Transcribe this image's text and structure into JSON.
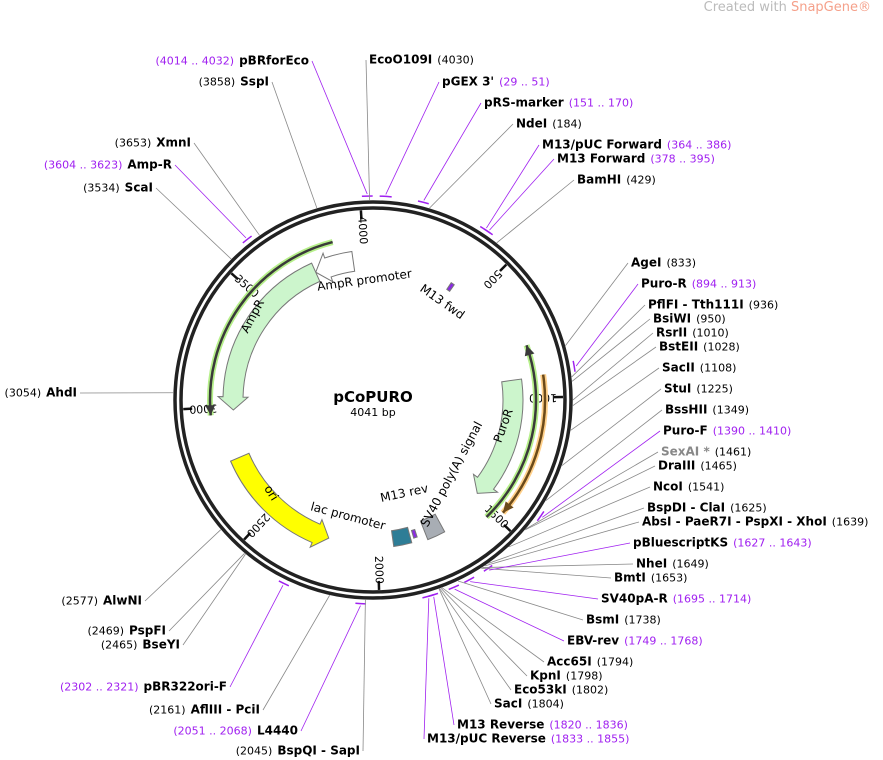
{
  "watermark": {
    "prefix": "Created with ",
    "brand": "SnapGene®"
  },
  "map": {
    "name": "pCoPURO",
    "length_label": "4041 bp",
    "total_bp": 4041
  },
  "ticks": [
    "500",
    "1000",
    "1500",
    "2000",
    "2500",
    "3000",
    "3500",
    "4000"
  ],
  "features": [
    {
      "name": "AmpR promoter",
      "start": 3770,
      "end": 3950,
      "direction": "reverse",
      "color": "#ffffff"
    },
    {
      "name": "AmpR",
      "start": 2985,
      "end": 3770,
      "direction": "reverse",
      "color": "#ccf5cc"
    },
    {
      "name": "ori",
      "start": 2220,
      "end": 2770,
      "direction": "reverse",
      "color": "#ffff00"
    },
    {
      "name": "PuroR",
      "start": 920,
      "end": 1480,
      "direction": "forward",
      "color": "#ccf5cc"
    },
    {
      "name": "SV40 poly(A) signal",
      "start": 1700,
      "end": 1780,
      "direction": "none",
      "color": "#a8adb4"
    },
    {
      "name": "lac promoter",
      "start": 1850,
      "end": 1930,
      "direction": "none",
      "color": "#2e7d96"
    },
    {
      "name": "M13 rev",
      "start": 1820,
      "end": 1836,
      "direction": "none",
      "color": "#8a2be2"
    },
    {
      "name": "M13 fwd",
      "start": 378,
      "end": 395,
      "direction": "forward",
      "color": "#8a2be2"
    }
  ],
  "orfs": [
    {
      "start": 2970,
      "end": 3880,
      "direction": "reverse",
      "color": "#3a3a3a",
      "glow": "#b6f08a"
    },
    {
      "start": 790,
      "end": 1525,
      "direction": "reverse",
      "color": "#3a3a3a",
      "glow": "#b6f08a"
    },
    {
      "start": 915,
      "end": 1470,
      "direction": "forward",
      "color": "#6b4a1a",
      "glow": "#ffd08a"
    }
  ],
  "enzymes": [
    {
      "name": "EcoO109I",
      "pos": "(4030)",
      "site": 4030
    },
    {
      "name": "SspI",
      "pos": "(3858)",
      "site": 3858
    },
    {
      "name": "XmnI",
      "pos": "(3653)",
      "site": 3653
    },
    {
      "name": "ScaI",
      "pos": "(3534)",
      "site": 3534
    },
    {
      "name": "AhdI",
      "pos": "(3054)",
      "site": 3054
    },
    {
      "name": "AlwNI",
      "pos": "(2577)",
      "site": 2577
    },
    {
      "name": "PspFI",
      "pos": "(2469)",
      "site": 2469
    },
    {
      "name": "BseYI",
      "pos": "(2465)",
      "site": 2465
    },
    {
      "name": "AflIII - PciI",
      "pos": "(2161)",
      "site": 2161
    },
    {
      "name": "BspQI - SapI",
      "pos": "(2045)",
      "site": 2045
    },
    {
      "name": "NdeI",
      "pos": "(184)",
      "site": 184
    },
    {
      "name": "BamHI",
      "pos": "(429)",
      "site": 429
    },
    {
      "name": "AgeI",
      "pos": "(833)",
      "site": 833
    },
    {
      "name": "PflFI - Tth111I",
      "pos": "(936)",
      "site": 936
    },
    {
      "name": "BsiWI",
      "pos": "(950)",
      "site": 950
    },
    {
      "name": "RsrII",
      "pos": "(1010)",
      "site": 1010
    },
    {
      "name": "BstEII",
      "pos": "(1028)",
      "site": 1028
    },
    {
      "name": "SacII",
      "pos": "(1108)",
      "site": 1108
    },
    {
      "name": "StuI",
      "pos": "(1225)",
      "site": 1225
    },
    {
      "name": "BssHII",
      "pos": "(1349)",
      "site": 1349
    },
    {
      "name": "SexAI *",
      "pos": "(1461)",
      "site": 1461,
      "gray": true
    },
    {
      "name": "DraIII",
      "pos": "(1465)",
      "site": 1465
    },
    {
      "name": "NcoI",
      "pos": "(1541)",
      "site": 1541
    },
    {
      "name": "BspDI - ClaI",
      "pos": "(1625)",
      "site": 1625
    },
    {
      "name": "AbsI - PaeR7I - PspXI - XhoI",
      "pos": "(1639)",
      "site": 1639
    },
    {
      "name": "NheI",
      "pos": "(1649)",
      "site": 1649
    },
    {
      "name": "BmtI",
      "pos": "(1653)",
      "site": 1653
    },
    {
      "name": "BsmI",
      "pos": "(1738)",
      "site": 1738
    },
    {
      "name": "Acc65I",
      "pos": "(1794)",
      "site": 1794
    },
    {
      "name": "KpnI",
      "pos": "(1798)",
      "site": 1798
    },
    {
      "name": "Eco53kI",
      "pos": "(1802)",
      "site": 1802
    },
    {
      "name": "SacI",
      "pos": "(1804)",
      "site": 1804
    }
  ],
  "primers": [
    {
      "name": "pBRforEco",
      "range": "(4014 .. 4032)",
      "start": 4014,
      "end": 4032
    },
    {
      "name": "pGEX 3'",
      "range": "(29 .. 51)",
      "start": 29,
      "end": 51
    },
    {
      "name": "pRS-marker",
      "range": "(151 .. 170)",
      "start": 151,
      "end": 170
    },
    {
      "name": "M13/pUC Forward",
      "range": "(364 .. 386)",
      "start": 364,
      "end": 386
    },
    {
      "name": "M13 Forward",
      "range": "(378 .. 395)",
      "start": 378,
      "end": 395
    },
    {
      "name": "Amp-R",
      "range": "(3604 .. 3623)",
      "start": 3604,
      "end": 3623
    },
    {
      "name": "Puro-R",
      "range": "(894 .. 913)",
      "start": 894,
      "end": 913
    },
    {
      "name": "Puro-F",
      "range": "(1390 .. 1410)",
      "start": 1390,
      "end": 1410
    },
    {
      "name": "pBluescriptKS",
      "range": "(1627 .. 1643)",
      "start": 1627,
      "end": 1643
    },
    {
      "name": "SV40pA-R",
      "range": "(1695 .. 1714)",
      "start": 1695,
      "end": 1714
    },
    {
      "name": "EBV-rev",
      "range": "(1749 .. 1768)",
      "start": 1749,
      "end": 1768
    },
    {
      "name": "M13 Reverse",
      "range": "(1820 .. 1836)",
      "start": 1820,
      "end": 1836
    },
    {
      "name": "M13/pUC Reverse",
      "range": "(1833 .. 1855)",
      "start": 1833,
      "end": 1855
    },
    {
      "name": "pBR322ori-F",
      "range": "(2302 .. 2321)",
      "start": 2302,
      "end": 2321
    },
    {
      "name": "L4440",
      "range": "(2051 .. 2068)",
      "start": 2051,
      "end": 2068
    }
  ]
}
